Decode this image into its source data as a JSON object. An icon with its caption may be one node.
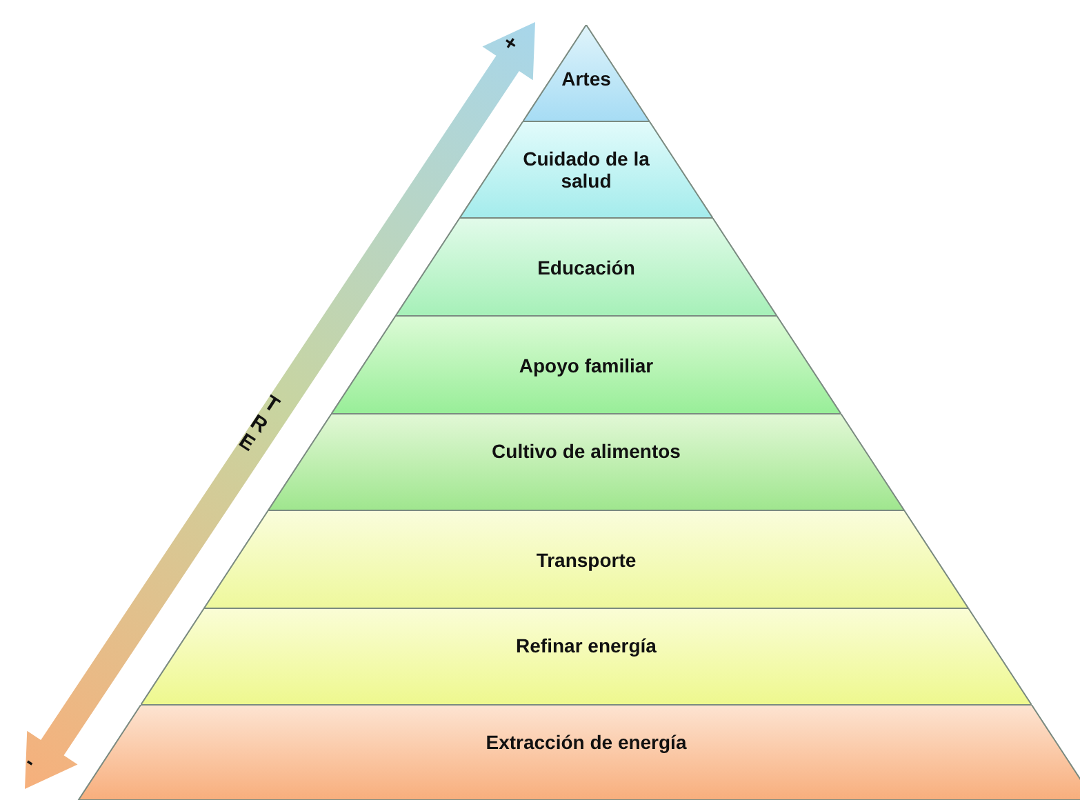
{
  "diagram": {
    "nodes": [
      {
        "text": [
          "Artes"
        ]
      },
      {
        "text": [
          "Cuidado de la salud"
        ]
      },
      {
        "text": [
          "Educación"
        ]
      },
      {
        "text": [
          "Apoyo familiar"
        ]
      },
      {
        "text": [
          "Cultivo de alimentos"
        ]
      },
      {
        "text": [
          "Transporte"
        ]
      },
      {
        "text": [
          "Refinar energía"
        ]
      },
      {
        "text": [
          "Extracción de energía"
        ]
      }
    ],
    "labels": [
      "+",
      "TRE",
      "-"
    ]
  }
}
